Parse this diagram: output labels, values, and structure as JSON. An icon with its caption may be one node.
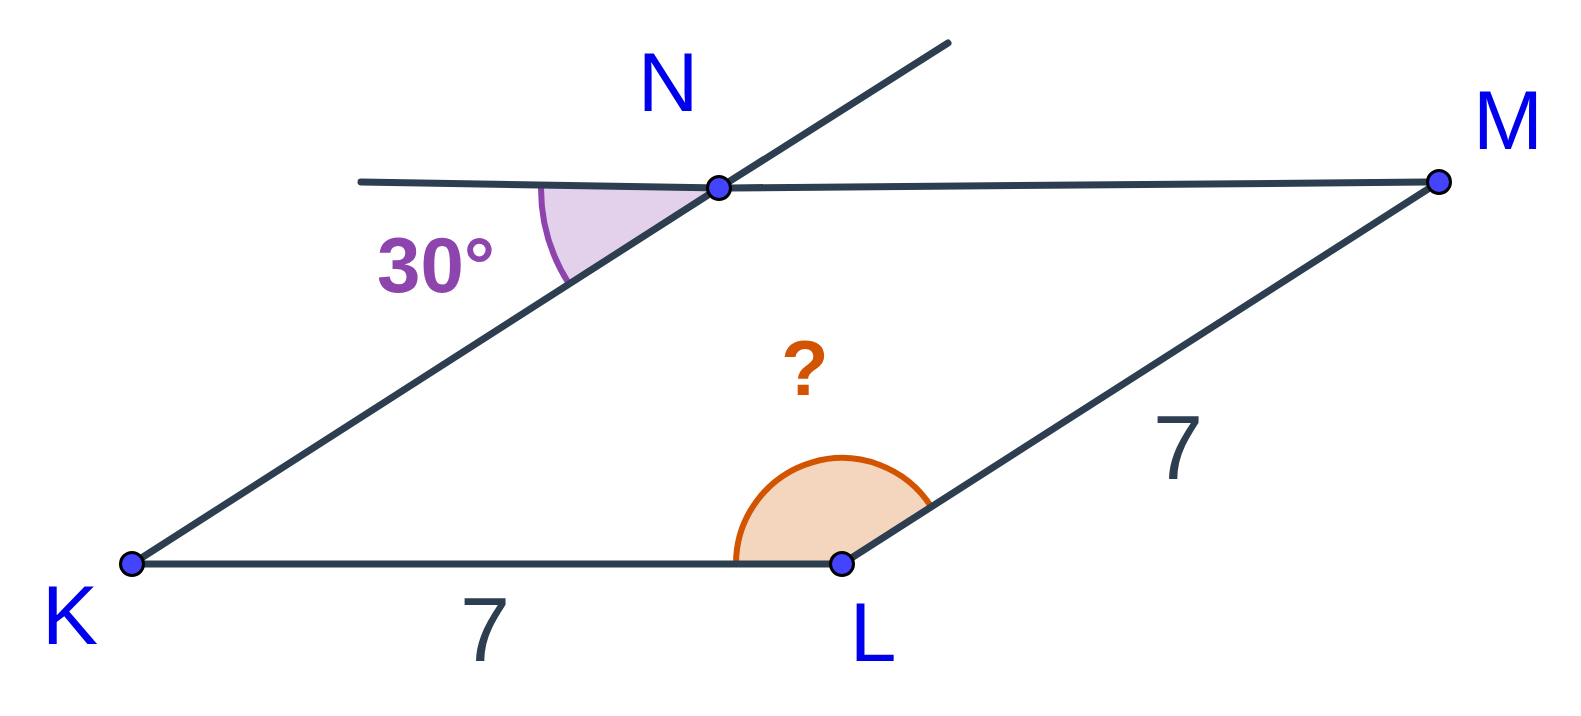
{
  "diagram": {
    "nodes": [
      {
        "text": [
          "N"
        ]
      },
      {
        "text": [
          "M"
        ]
      },
      {
        "text": [
          "K"
        ]
      },
      {
        "text": [
          "L"
        ]
      }
    ],
    "edges": [
      {
        "from": 2,
        "to": 3,
        "arrow": "none"
      },
      {
        "from": 3,
        "to": 1,
        "arrow": "none"
      },
      {
        "from": 1,
        "to": 0,
        "arrow": "none"
      },
      {
        "from": 0,
        "to": 2,
        "arrow": "none"
      },
      {
        "from": 0,
        "to": null,
        "arrow": "none"
      },
      {
        "from": 0,
        "to": null,
        "arrow": "none"
      }
    ],
    "labels": [
      "30°",
      "?",
      "7",
      "7"
    ]
  }
}
